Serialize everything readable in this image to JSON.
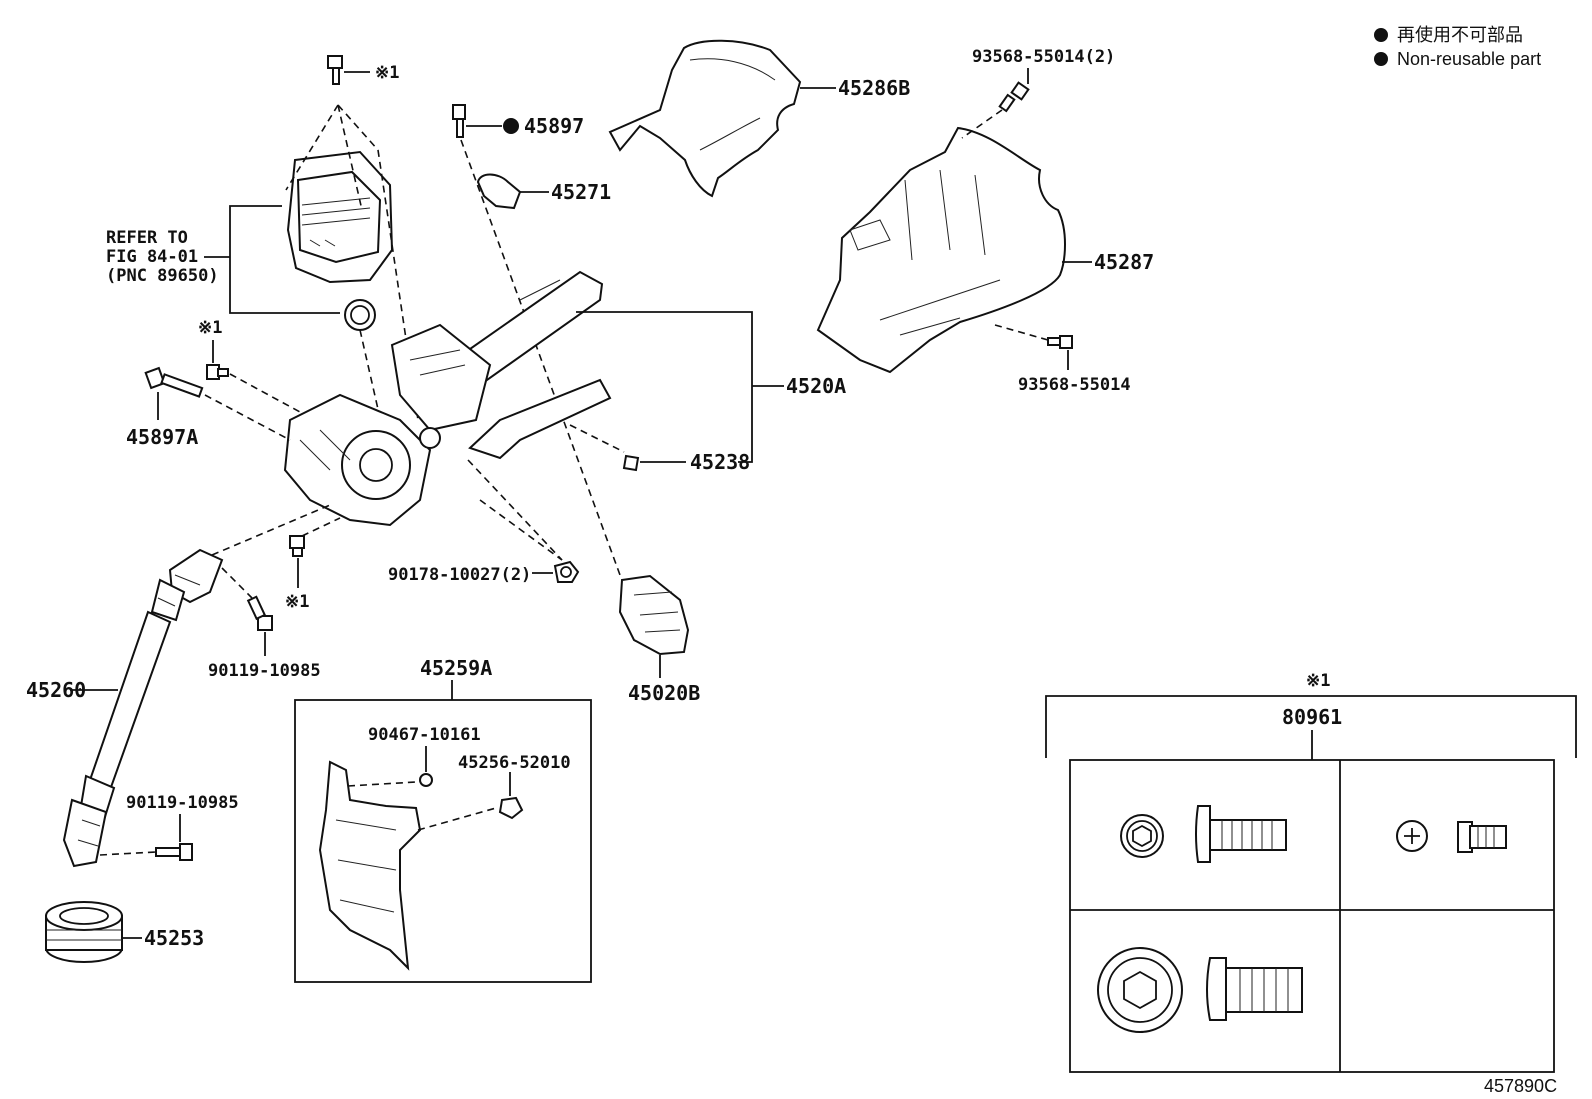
{
  "legend": {
    "jp": "再使用不可部品",
    "en": "Non-reusable part",
    "bullet_color": "#111111"
  },
  "refer": {
    "line1": "REFER TO",
    "line2": "FIG 84-01",
    "line3": "(PNC 89650)"
  },
  "labels": {
    "l_45286B": "45286B",
    "l_45897": "45897",
    "l_45271": "45271",
    "l_45287": "45287",
    "l_93568_top": "93568-55014(2)",
    "l_93568_bot": "93568-55014",
    "l_4520A": "4520A",
    "l_45238": "45238",
    "l_45897A": "45897A",
    "l_mark1_top": "※1",
    "l_mark1_left": "※1",
    "l_mark1_mid": "※1",
    "l_90178": "90178-10027(2)",
    "l_90119_a": "90119-10985",
    "l_45020B": "45020B",
    "l_45260": "45260",
    "l_45259A": "45259A",
    "l_90467": "90467-10161",
    "l_45256": "45256-52010",
    "l_90119_b": "90119-10985",
    "l_45253": "45253",
    "l_mark1_kit": "※1",
    "l_80961": "80961",
    "l_diagram_id": "457890C"
  }
}
